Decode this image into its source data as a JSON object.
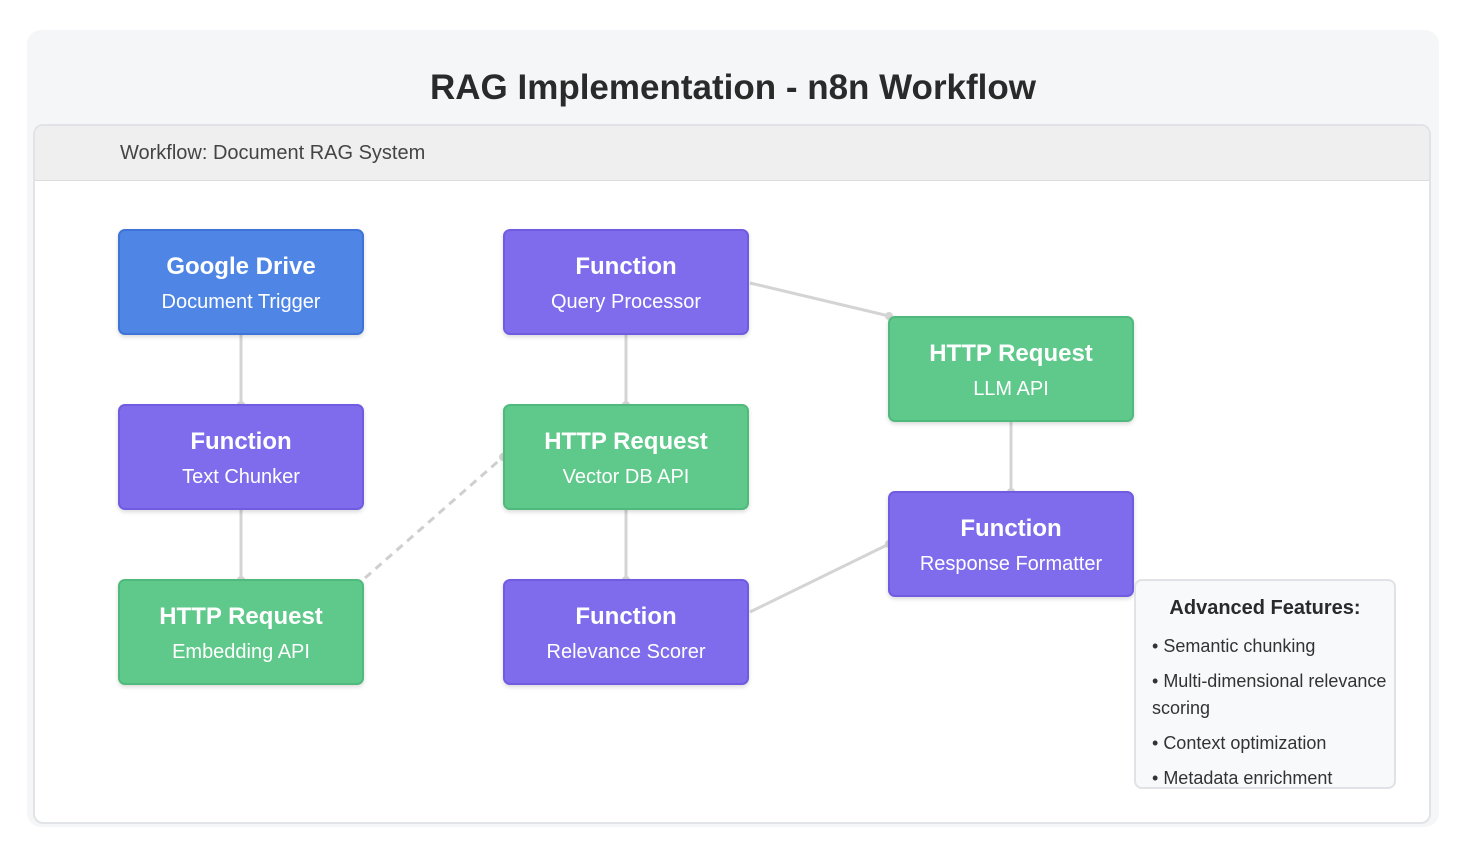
{
  "title": "RAG Implementation - n8n Workflow",
  "workflow_label": "Workflow: Document RAG System",
  "nodes": {
    "google_drive": {
      "type": "Google Drive",
      "name": "Document Trigger"
    },
    "text_chunker": {
      "type": "Function",
      "name": "Text Chunker"
    },
    "embedding_api": {
      "type": "HTTP Request",
      "name": "Embedding API"
    },
    "query_processor": {
      "type": "Function",
      "name": "Query Processor"
    },
    "vector_db_api": {
      "type": "HTTP Request",
      "name": "Vector DB API"
    },
    "relevance_scorer": {
      "type": "Function",
      "name": "Relevance Scorer"
    },
    "llm_api": {
      "type": "HTTP Request",
      "name": "LLM API"
    },
    "response_formatter": {
      "type": "Function",
      "name": "Response Formatter"
    }
  },
  "features": {
    "heading": "Advanced Features:",
    "items": [
      "Semantic chunking",
      "Multi-dimensional relevance scoring",
      "Context optimization",
      "Metadata enrichment"
    ]
  },
  "colors": {
    "trigger": "#4f86e6",
    "function": "#7e6cec",
    "http_request": "#5ec98a",
    "connector": "#d4d4d4"
  }
}
